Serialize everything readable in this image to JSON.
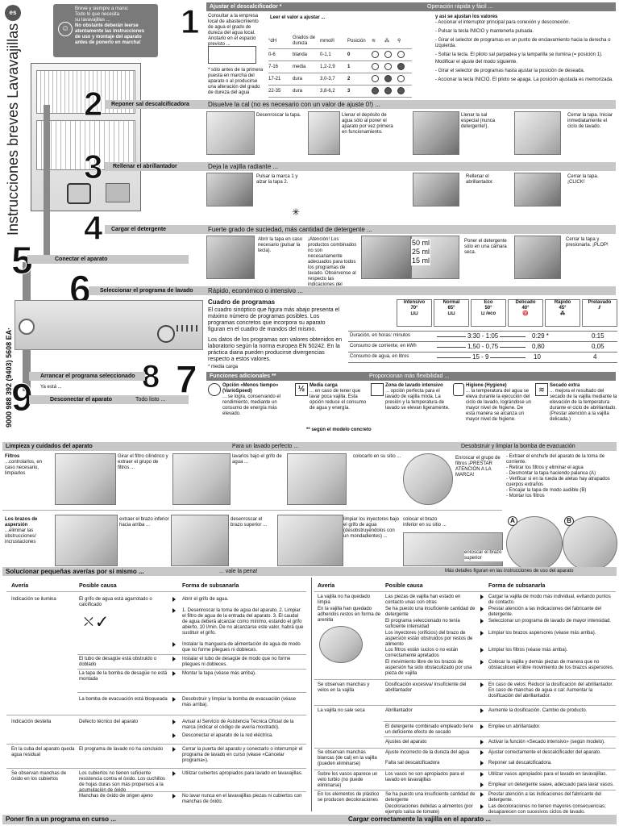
{
  "lang_badge": "es",
  "side_title": "Instrucciones breves Lavavajillas",
  "side_code": "9000 988 392 (9403) 5608 EA·",
  "note": {
    "l1": "Breve y siempre a mano:",
    "l2": "Todo lo que necesita",
    "l3": "su lavavajillas ...",
    "l4": "No obstante deberán leerse",
    "l5": "atentamente las instrucciones",
    "l6": "de uso y montaje del aparato",
    "l7": "antes de ponerlo en marcha!"
  },
  "steps": {
    "s1": {
      "num": "1",
      "title": "Ajustar el descalcificador *",
      "right": "Operación rápida y fácil ..."
    },
    "s2": {
      "num": "2",
      "title": "Reponer sal descalcificadora",
      "text": "Disuelve la cal (no es necesario con un valor de ajuste 0!) ..."
    },
    "s3": {
      "num": "3",
      "title": "Rellenar el abrillantador",
      "text": "Deja la vajilla radiante ..."
    },
    "s4": {
      "num": "4",
      "title": "Cargar el detergente",
      "text": "Fuerte grado de suciedad, más cantidad de detergente ..."
    },
    "s5": {
      "num": "5",
      "title": "Conectar el aparato"
    },
    "s6": {
      "num": "6",
      "title": "Seleccionar el programa de lavado",
      "text": "Rápido, económico o intensivo ..."
    },
    "s7": {
      "num": "7",
      "title": "Funciones adicionales **",
      "right": "Proporcionan más flexibilidad ..."
    },
    "s8": {
      "num": "8",
      "title": "Arrancar el programa seleccionado",
      "sub": "Ya está ..."
    },
    "s9": {
      "num": "9",
      "title": "Desconectar el aparato",
      "sub": "Todo listo ..."
    }
  },
  "hardness": {
    "intro": "Consultar a la empresa local de abastecimiento de agua el grado de dureza del agua local. Anotarlo en el espacio previsto ...",
    "read": "Leer el valor a ajustar ...",
    "headers": [
      "°dH",
      "Grados de dureza",
      "mmol/l",
      "Posición"
    ],
    "rows": [
      {
        "dh": "0-6",
        "g": "blanda",
        "m": "0-1,1",
        "p": "0"
      },
      {
        "dh": "7-16",
        "g": "media",
        "m": "1,2-2,9",
        "p": "1"
      },
      {
        "dh": "17-21",
        "g": "dura",
        "m": "3,0-3,7",
        "p": "2"
      },
      {
        "dh": "22-35",
        "g": "dura",
        "m": "3,8-6,2",
        "p": "3"
      }
    ],
    "footnote": "* sólo antes de la primera puesta en marcha del aparato o al producirse una alteración del grado de dureza del agua"
  },
  "s1_steps": {
    "h": "y así se ajustan los valores",
    "a": "- Accionar el interruptor principal para conexión y desconexión.",
    "b": "- Pulsar la tecla INICIO y mantenerla pulsada.",
    "c": "- Girar el selector de programas en un punto de enclavamiento hacia la derecha o izquierda.",
    "d": "- Soltar la tecla. El piloto sal parpadea y la lamparilla se ilumina (= posición 1).",
    "e": "Modificar el ajuste del modo siguiente.",
    "f": "- Girar el selector de programas hasta ajustar la posición de deseada.",
    "g": "- Accionar la tecla INICIO. El piloto se apaga. La posición ajustada es memorizada."
  },
  "s2_caps": [
    "Desenroscar la tapa.",
    "Llenar el depósito de agua sólo al poner el aparato por vez primera en funcionamiento.",
    "Llenar la sal especial (nunca detergente!).",
    "Cerrar la tapa. Iniciar inmediatamente el ciclo de lavado."
  ],
  "s3_caps": [
    "Pulsar la marca 1 y alzar la tapa 2.",
    "Rellenar el abrillantador.",
    "Cerrar la tapa. ¡CLICK!"
  ],
  "s4_caps": [
    "Abrir la tapa en caso necesario (pulsar la tecla).",
    "¡Atención! Los productos combinados no son necesariamente adecuados para todos los programas de lavado. Obsérvense al respecto las indicaciones del fabricante.",
    "Poner el detergente sólo en una cámara seca.",
    "Cerrar la tapa y presionarla. ¡PLOP!"
  ],
  "s4_ml": [
    "50 ml",
    "25 ml",
    "15 ml"
  ],
  "programs": {
    "title": "Cuadro de programas",
    "intro": "El cuadro sinóptico que figura más abajo presenta el máximo número de programas posibles. Los programas concretos que incorpora su aparato figuran en el cuadro de mandos del mismo.",
    "lab": "Los datos de los programas son valores obtenidos en laboratorio según la norma europea EN 50242. En la práctica diaria pueden producirse divergencias respecto a estos valores.",
    "media": "* media carga",
    "cols": [
      {
        "name": "Intensivo",
        "temp": "70°"
      },
      {
        "name": "Normal",
        "temp": "65°"
      },
      {
        "name": "Eco",
        "temp": "50°"
      },
      {
        "name": "Delicado",
        "temp": "40°"
      },
      {
        "name": "Rápido",
        "temp": "45°"
      },
      {
        "name": "Prelavado",
        "temp": ""
      }
    ],
    "rows": [
      {
        "label": "Duración, en horas: minutos",
        "a": "3:30 - 1:05",
        "b": "0:29 *",
        "c": "0:15"
      },
      {
        "label": "Consumo de corriente, en kWh",
        "a": "1,50 - 0,75",
        "b": "0,80",
        "c": "0,05"
      },
      {
        "label": "Consumo de agua, en litros",
        "a": "15 - 9",
        "b": "10",
        "c": "4"
      }
    ]
  },
  "functions": [
    {
      "t": "Opción «Menos tiempo» (VarioSpeed)",
      "d": "... se logra, conservando el rendimiento, mediante un consumo de energía más elevado."
    },
    {
      "t": "Media carga",
      "d": "... en caso de tener que lavar poca vajilla. Esta opción reduce el consumo de agua y energía."
    },
    {
      "t": "Zona de lavado intensivo",
      "d": "... opción perfecta para el lavado de vajilla mixta. La presión y la temperatura de lavado se elevan ligeramente."
    },
    {
      "t": "Higiene (Hygiene)",
      "d": "... la temperatura del agua se eleva durante la ejecución del ciclo de lavado, lográndose un mayor nivel de higiene. De esta manera se alcanza un mayor nivel de higiene."
    },
    {
      "t": "Secado extra",
      "d": "... mejora el resultado del secado de la vajilla mediante la elevación de la temperatura durante el ciclo de abrillantado. (Prestar atención a la vajilla delicada.)"
    }
  ],
  "functions_note": "** según el modelo concreto",
  "half2": "½",
  "care": {
    "title": "Limpieza y cuidados del aparato",
    "mid": "Para un lavado perfecto ...",
    "right": "Desobstruir y limpiar la bomba de evacuación",
    "filters": {
      "h": "Filtros",
      "d": "...controlarlos, en caso necesario, limpiarlos"
    },
    "filter_caps": [
      "Girar el filtro cilíndrico y extraer el grupo de filtros ...",
      "lavarlos bajo el grifo de agua ...",
      "colocarlo en su sitio ...",
      "Enroscar el grupo de filtros ¡PRESTAR ATENCIÓN A LA MARCA!"
    ],
    "arms": {
      "h": "Los brazos de aspersión",
      "d": "...eliminar las obstrucciones/ incrustaciones"
    },
    "arm_caps": [
      "extraer el brazo inferior hacia arriba ...",
      "desenroscar el brazo superior ...",
      "limpiar los inyectores bajo el grifo de agua (desobstruyéndolos con un mondadientes) ...",
      "colocar el brazo inferior en su sitio ...",
      "enroscar el brazo superior"
    ],
    "pump": [
      "- Extraer el enchufe del aparato de la toma de corriente.",
      "- Retirar los filtros y eliminar el agua",
      "- Desmontar la tapa haciendo palanca (A)",
      "- Verificar si en la rueda de aletas hay atrapados cuerpos extraños",
      "- Encajar la tapa de modo audible (B)",
      "- Montar los filtros"
    ],
    "pump_labels": [
      "A",
      "B"
    ]
  },
  "trouble": {
    "title": "Solucionar pequeñas averías por sí mismo ...",
    "mid": "... vale la pena!",
    "right": "Más detalles figuran en las instrucciones de uso del aparato",
    "headers": [
      "Avería",
      "Posible causa",
      "Forma de subsanarla"
    ],
    "left": [
      {
        "a": "Indicación se ilumina",
        "c": "El grifo de agua está agarrotado o calcificado",
        "f": "Abrir el grifo de agua."
      },
      {
        "a": "",
        "c": "",
        "f": "1. Desenroscar la toma de agua del aparato. 2. Limpiar el filtro de agua de la entrada del aparato. 3. El caudal de agua deberá alcanzar como mínimo, estando el grifo abierto, 10 l/min. De no alcanzarse este valor, habrá que sustituir el grifo."
      },
      {
        "a": "",
        "c": "",
        "f": "Instalar la manguera de alimentación de agua de modo que no forme pliegues ni dobleces."
      },
      {
        "a": "",
        "c": "El tubo de desagüe está obstruido o doblado",
        "f": "Instalar el tubo de desagüe de modo que no forme pliegues ni dobleces."
      },
      {
        "a": "",
        "c": "La tapa de la bomba de desagüe no está montada",
        "f": "Montar la tapa (véase más arriba)."
      },
      {
        "a": "",
        "c": "La bomba de evacuación está bloqueada",
        "f": "Desobstruir y limpiar la bomba de evacuación (véase más arriba)."
      },
      {
        "a": "Indicación destella",
        "c": "Defecto técnico del aparato",
        "f": "Avisar al Servicio de Asistencia Técnica Oficial de la marca (indicar el código de avería mostrado)."
      },
      {
        "a": "",
        "c": "",
        "f": "Desconectar el aparato de la red eléctrica."
      },
      {
        "a": "En la cuba del aparato queda agua residual",
        "c": "El programa de lavado no ha concluido",
        "f": "Cerrar la puerta del aparato y conectarlo o interrumpir el programa de lavado en curso (véase «Cancelar programa»)."
      },
      {
        "a": "Se observan manchas de óxido en los cubiertos",
        "c": "Los cubiertos no tienen suficiente resistencia contra el óxido. Los cuchillos de hojas duras son más propensos a la acumulación de óxido",
        "f": "Utilizar cubiertos apropiados para lavado en lavavajillas."
      },
      {
        "a": "",
        "c": "Manchas de óxido de origen ajeno",
        "f": "No lavar nunca en el lavavajillas piezas ni cubiertos con manchas de óxido."
      }
    ],
    "right_rows": [
      {
        "a": "La vajilla no ha quedado limpia",
        "c": "Las piezas de vajilla han estado en contacto unas con otras",
        "f": "Cargar la vajilla de modo más individual, evitando puntos de contacto."
      },
      {
        "a": "En la vajilla han quedado adheridos restos en forma de arenilla",
        "c": "Se ha puesto una insuficiente cantidad de detergente",
        "f": "Prestar atención a las indicaciones del fabricante del detergente."
      },
      {
        "a": "",
        "c": "El programa seleccionado no tenía suficiente intensidad",
        "f": "Seleccionar un programa de lavado de mayor intensidad."
      },
      {
        "a": "",
        "c": "Los inyectores (orificios) del brazo de aspersión están obstruidos por restos de alimento",
        "f": "Limpiar los brazos aspersores (véase más arriba)."
      },
      {
        "a": "",
        "c": "Los filtros están sucios o no están correctamente apretados",
        "f": "Limpiar los filtros (véase más arriba)."
      },
      {
        "a": "",
        "c": "El movimiento libre de los brazos de aspersión ha sido obstaculizado por una pieza de vajilla",
        "f": "Colocar la vajilla y demás piezas de manera que no obstaculicen el libre movimiento de los brazos aspersores."
      },
      {
        "a": "Se observan manchas y velos en la vajilla",
        "c": "Dosificación excesiva/ insuficiente del abrillantador",
        "f": "En caso de velos: Reducir la dosificación del abrillantador. En caso de manchas de agua o cal: Aumentar la dosificación del abrillantador."
      },
      {
        "a": "La vajilla no sale seca",
        "c": "Abrillantador",
        "f": "Aumente la dosificación. Cambio de producto."
      },
      {
        "a": "",
        "c": "El detergente combinado empleado tiene un deficiente efecto de secado",
        "f": "Emplee un abrillantador."
      },
      {
        "a": "",
        "c": "Ajustes del aparato",
        "f": "Activar la función «Secado intensivo» (según modelo)."
      },
      {
        "a": "Se observan manchas blancas (de cal) en la vajilla (pueden eliminarse)",
        "c": "Ajuste incorrecto de la dureza del agua",
        "f": "Ajustar correctamente el descalcificador del aparato."
      },
      {
        "a": "",
        "c": "Falta sal descalcificadora",
        "f": "Reponer sal descalcificadora."
      },
      {
        "a": "Sobre los vasos aparece un velo turbio (no puede eliminarse)",
        "c": "Los vasos no son apropiados para el lavado en lavavajillas",
        "f": "Utilizar vasos apropiados para el lavado en lavavajillas."
      },
      {
        "a": "",
        "c": "",
        "f": "Emplear un detergente suave, adecuado para lavar vasos."
      },
      {
        "a": "En los elementos de plástico se producen decoloraciones",
        "c": "Se ha puesto una insuficiente cantidad de detergente",
        "f": "Prestar atención a las indicaciones del fabricante del detergente."
      },
      {
        "a": "",
        "c": "Decoloraciones debidas a alimentos (por ejemplo salsa de tomate)",
        "f": "Las decoloraciones no tienen mayores consecuencias; desaparecen con sucesivos ciclos de lavado."
      }
    ]
  },
  "footer": {
    "left": "Poner fin a un programa en curso ...",
    "right": "Cargar correctamente la vajilla en el aparato ..."
  }
}
